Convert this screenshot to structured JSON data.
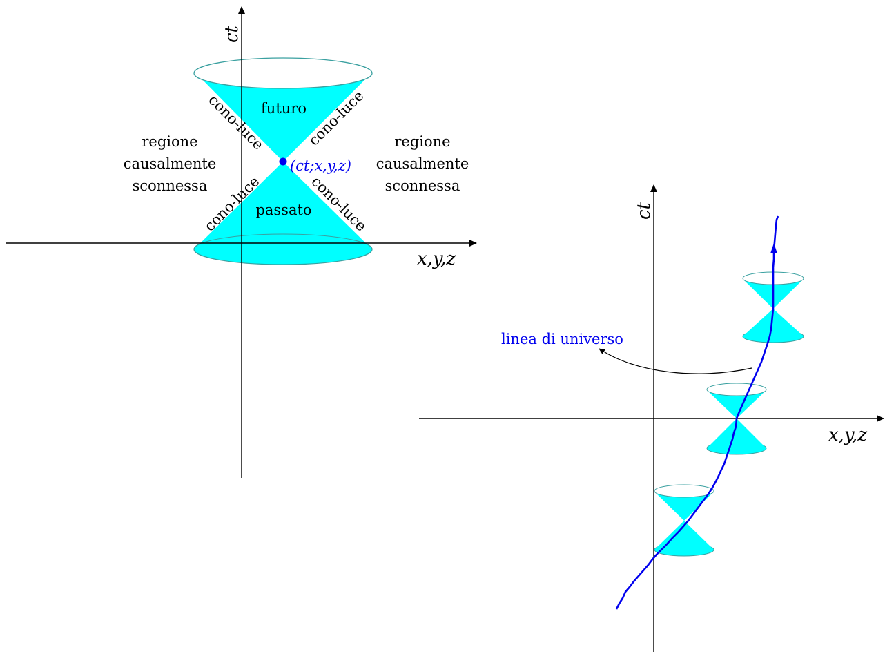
{
  "left_diagram": {
    "axis_time_label": "ct",
    "axis_space_label": "x,y,z",
    "future_label": "futuro",
    "past_label": "passato",
    "light_cone_label": "cono-luce",
    "event_label": "(ct;x,y,z)",
    "region_left": [
      "regione",
      "causalmente",
      "sconnessa"
    ],
    "region_right": [
      "regione",
      "causalmente",
      "sconnessa"
    ]
  },
  "right_diagram": {
    "axis_time_label": "ct",
    "axis_space_label": "x,y,z",
    "worldline_label": "linea di universo"
  },
  "colors": {
    "cone_fill": "#00ffff",
    "cone_edge": "#3aa0a0",
    "event_point": "#0000ee",
    "worldline": "#0000ee",
    "axis": "#000000"
  }
}
